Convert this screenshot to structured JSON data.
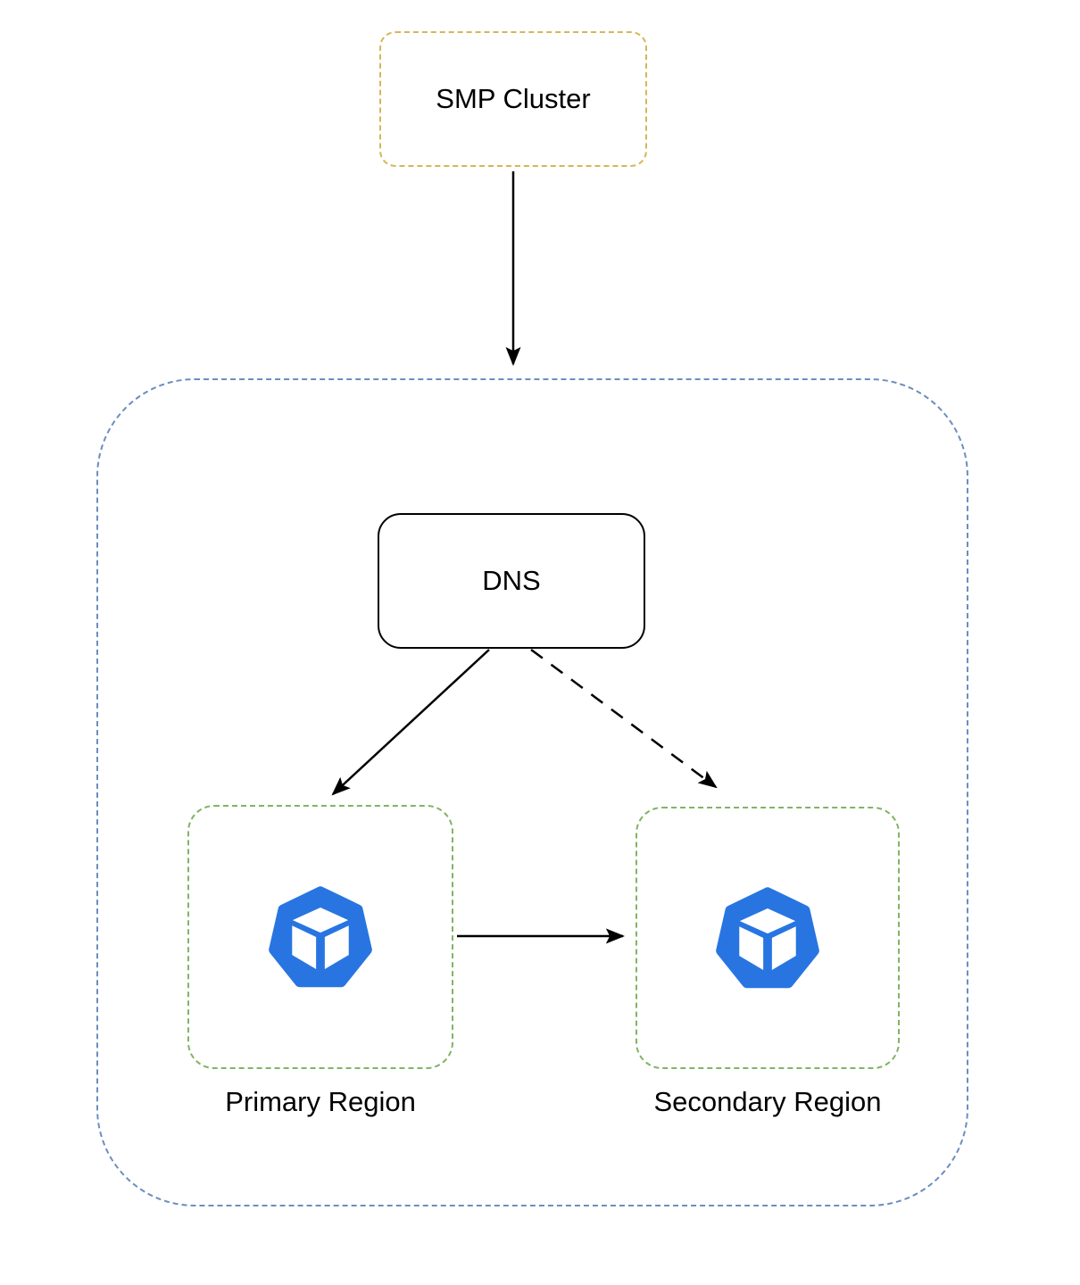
{
  "diagram": {
    "title": "SMP cluster multi-region DNS routing diagram",
    "nodes": {
      "smp_cluster": {
        "label": "SMP Cluster",
        "border_style": "dashed",
        "border_color": "#D6B656"
      },
      "region_container": {
        "label": "",
        "border_style": "dashed",
        "border_color": "#6C8EBF"
      },
      "dns": {
        "label": "DNS",
        "border_style": "solid",
        "border_color": "#000000"
      },
      "primary_region": {
        "label": "Primary Region",
        "border_style": "dashed",
        "border_color": "#82B366",
        "icon": "cube-heptagon-icon"
      },
      "secondary_region": {
        "label": "Secondary Region",
        "border_style": "dashed",
        "border_color": "#82B366",
        "icon": "cube-heptagon-icon"
      }
    },
    "edges": [
      {
        "from": "smp_cluster",
        "to": "region_container",
        "style": "solid",
        "arrow": "end"
      },
      {
        "from": "dns",
        "to": "primary_region",
        "style": "solid",
        "arrow": "end"
      },
      {
        "from": "dns",
        "to": "secondary_region",
        "style": "dashed",
        "arrow": "end"
      },
      {
        "from": "primary_region",
        "to": "secondary_region",
        "style": "solid",
        "arrow": "end"
      }
    ],
    "colors": {
      "smp_border": "#D6B656",
      "container_border": "#6C8EBF",
      "region_border": "#82B366",
      "icon_blue": "#2875E2",
      "line": "#000000",
      "background": "#FFFFFF"
    }
  }
}
